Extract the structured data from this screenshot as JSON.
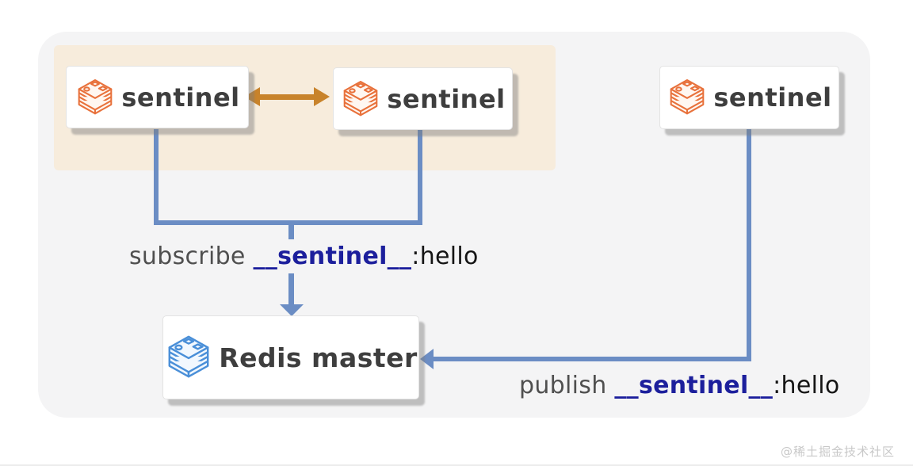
{
  "nodes": {
    "sentinel1": {
      "label": "sentinel"
    },
    "sentinel2": {
      "label": "sentinel"
    },
    "sentinel3": {
      "label": "sentinel"
    },
    "master": {
      "label": "Redis master"
    }
  },
  "edges": {
    "sentinel_peer_link": {
      "type": "bidirectional",
      "color": "#c8832b"
    },
    "subscribe": {
      "prefix": "subscribe ",
      "channel": "__sentinel__",
      "suffix": ":hello",
      "color": "#6b8dc4"
    },
    "publish": {
      "prefix": "publish ",
      "channel": "__sentinel__",
      "suffix": ":hello",
      "color": "#6b8dc4"
    }
  },
  "colors": {
    "panel_bg": "#f4f4f5",
    "highlight_bg": "#f7ecdc",
    "blue_line": "#6b8dc4",
    "orange_arrow": "#c8832b",
    "sentinel_icon": "#e8713b",
    "master_icon": "#4a8fd8",
    "channel_text": "#1c1f9c",
    "node_text": "#3e3e3e"
  },
  "icons": {
    "sentinel": "redis-cube-orange",
    "master": "redis-cube-blue"
  },
  "watermark": "@稀土掘金技术社区"
}
